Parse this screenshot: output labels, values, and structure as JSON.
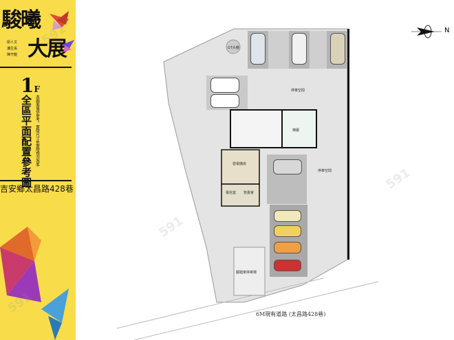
{
  "sidebar": {
    "title_line1": "駿曦",
    "title_line2": "大展",
    "credits": [
      "廖人文",
      "潘生張",
      "陳守龍"
    ],
    "floor": "1",
    "floor_suffix": "F",
    "plan_title": "全區平面配置參考圖",
    "disclaimer": "本圖面僅供參考，實際尺寸依實際現況為準",
    "address": "吉安鄉太昌路428巷"
  },
  "plan": {
    "road_label": "6M現有道路 (太昌路428巷)",
    "compass_label": "N",
    "rooms": {
      "parking_space_1": "停車空間",
      "parking_space_2": "停車空間",
      "lobby": "梯廳",
      "generator_room": "發電機房",
      "management": "管委會",
      "utility": "電信室",
      "bike_room": "腳踏車停車場",
      "sign": "GT大樓"
    },
    "car_colors": [
      "#dfe4ea",
      "#f1f1f1",
      "#d9d2b8",
      "#ffffff",
      "#ffffff",
      "#d8d8d8",
      "#f2e9b8",
      "#f0d060",
      "#f0a040",
      "#d03030"
    ]
  }
}
